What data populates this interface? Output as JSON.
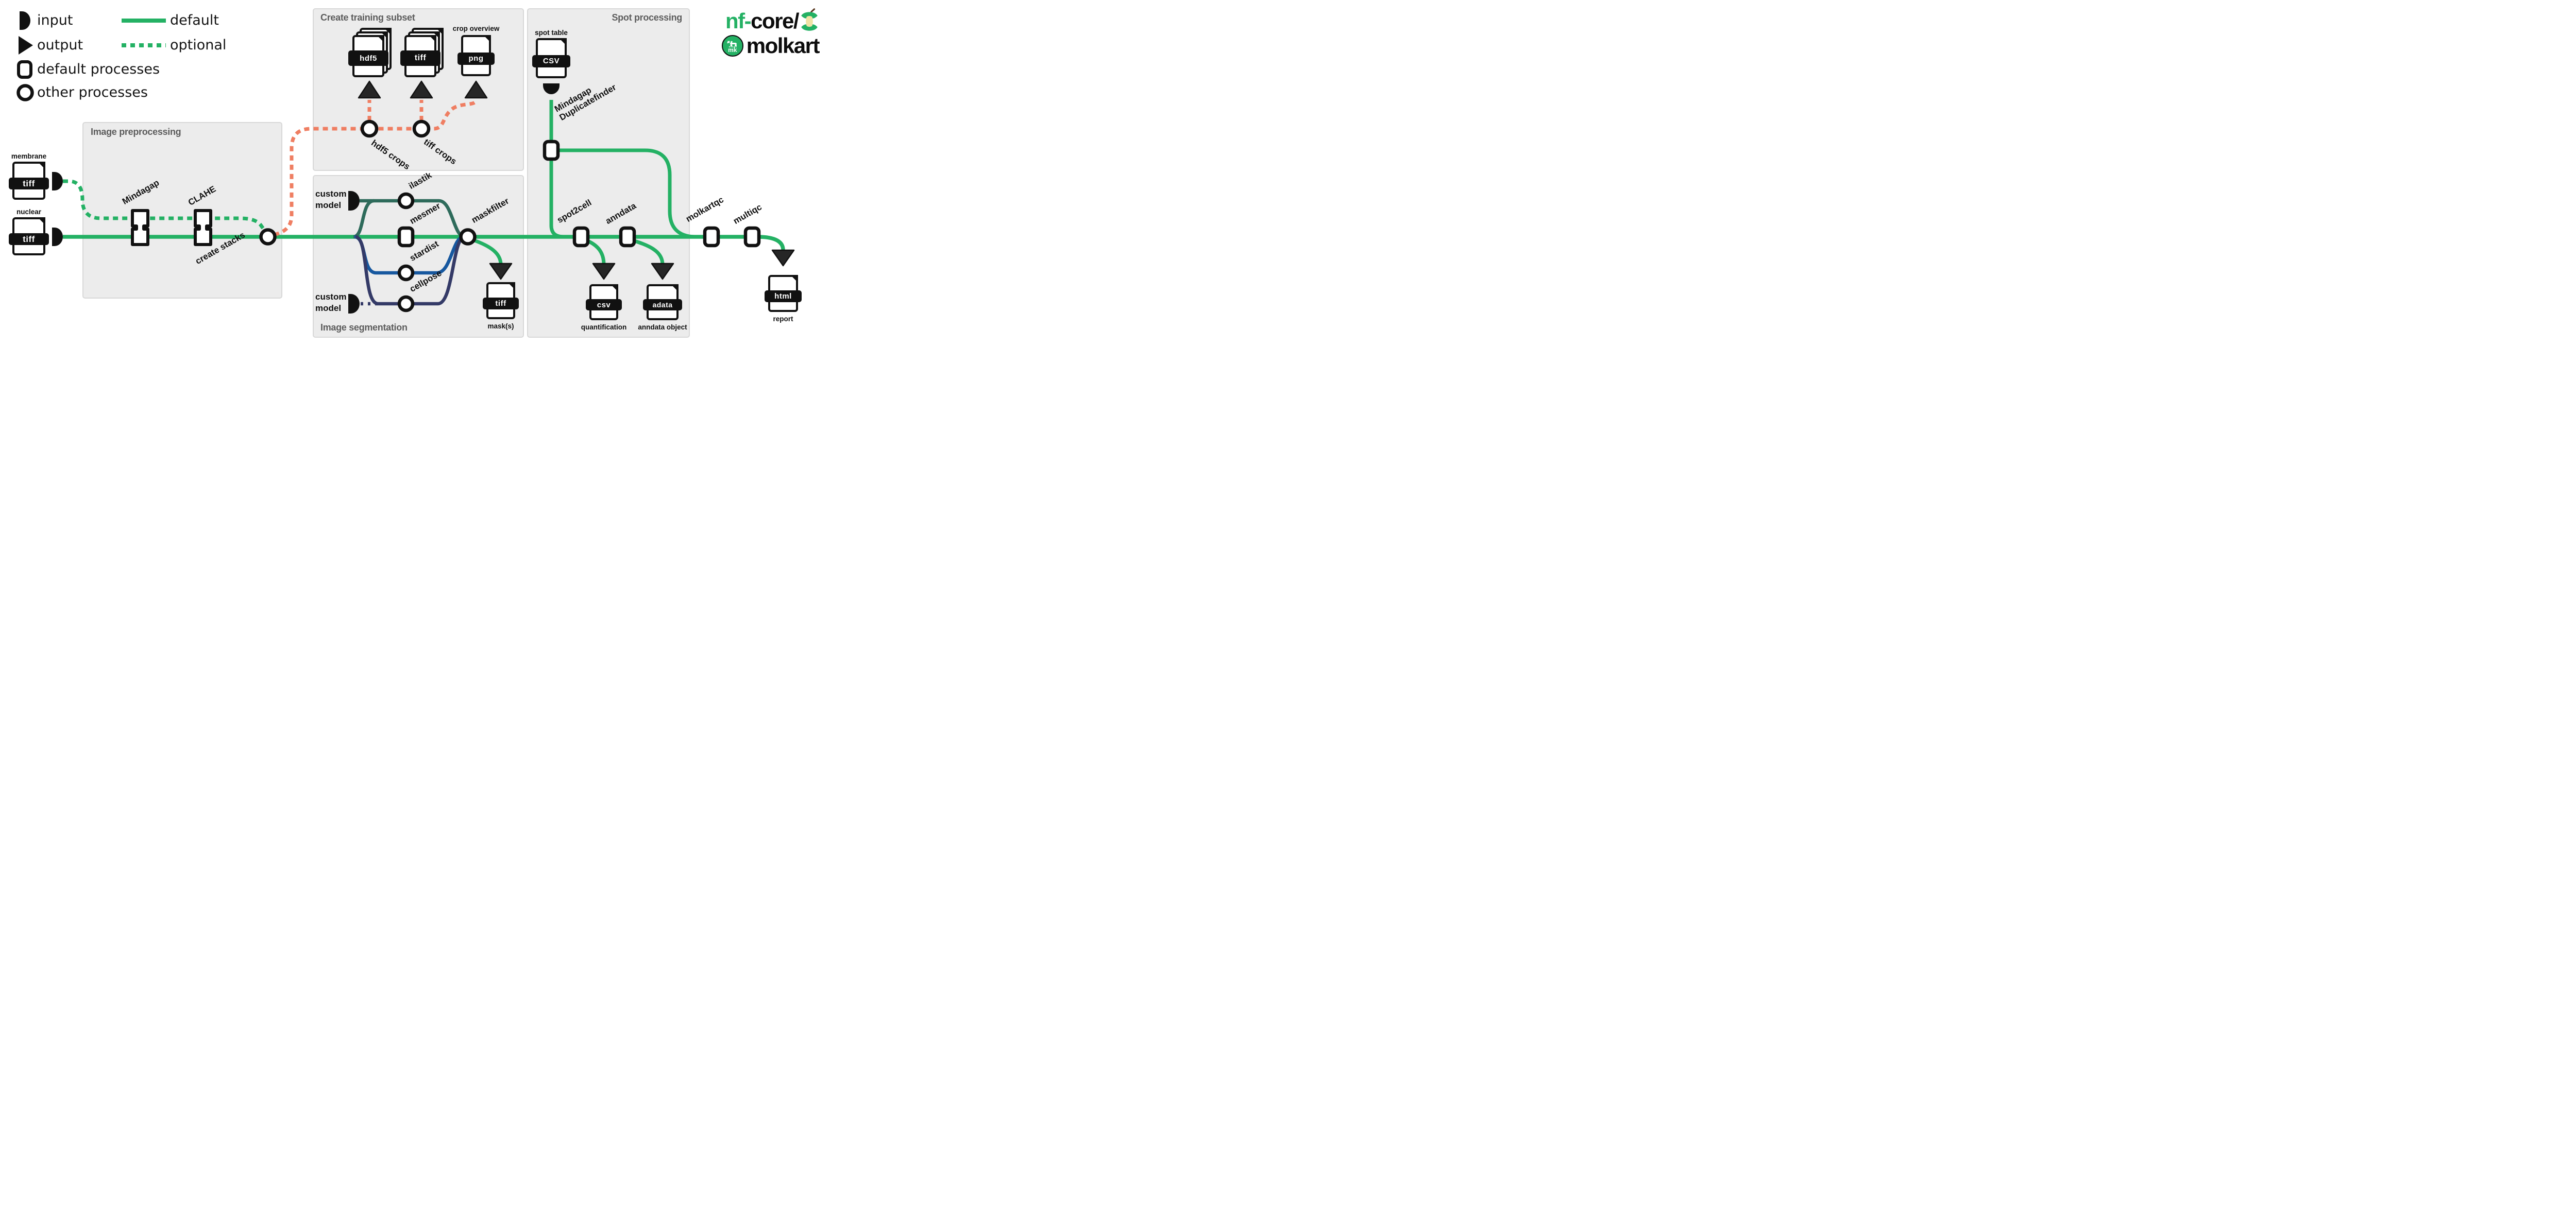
{
  "colors": {
    "green": "#24B164",
    "salmon": "#EF7E62",
    "teal": "#2E6B5B",
    "blue": "#17589F",
    "navy": "#343A67",
    "ink": "#111111",
    "box_bg": "#ECECEC",
    "box_border": "#D8D8D8",
    "box_title": "#5C5C5C",
    "arrow": "#262626"
  },
  "legend": {
    "input": "input",
    "output": "output",
    "default_processes": "default processes",
    "other_processes": "other processes",
    "default_line": "default",
    "optional_line": "optional"
  },
  "boxes": {
    "preprocessing": "Image preprocessing",
    "training": "Create training subset",
    "segmentation": "Image segmentation",
    "spot": "Spot processing"
  },
  "logo": {
    "nf": "nf-",
    "core": "core/",
    "name": "molkart",
    "badge": "mk"
  },
  "inputs": {
    "membrane": {
      "label": "membrane",
      "format": "tiff"
    },
    "nuclear": {
      "label": "nuclear",
      "format": "tiff"
    },
    "spot_table": {
      "label": "spot table",
      "format": "CSV"
    },
    "custom_model_top": {
      "line1": "custom",
      "line2": "model"
    },
    "custom_model_bottom": {
      "line1": "custom",
      "line2": "model"
    }
  },
  "processes": {
    "mindagap": "Mindagap",
    "clahe": "CLAHE",
    "create_stacks": "create stacks",
    "hdf5_crops": "hdf5 crops",
    "tiff_crops": "tiff crops",
    "ilastik": "ilastik",
    "mesmer": "mesmer",
    "stardist": "stardist",
    "cellpose": "cellpose",
    "maskfilter": "maskfilter",
    "duplicatefinder": {
      "line1": "Mindagap",
      "line2": "Duplicatefinder"
    },
    "spot2cell": "spot2cell",
    "anndata": "anndata",
    "molkartqc": "molkartqc",
    "multiqc": "multiqc"
  },
  "outputs": {
    "hdf5_file": {
      "format": "hdf5"
    },
    "tiff_file": {
      "format": "tiff"
    },
    "png_file": {
      "format": "png",
      "label": "crop overview"
    },
    "mask_file": {
      "format": "tiff",
      "label": "mask(s)"
    },
    "quant_file": {
      "format": "csv",
      "label": "quantification"
    },
    "adata_file": {
      "format": "adata",
      "label": "anndata object"
    },
    "report_file": {
      "format": "html",
      "label": "report"
    }
  }
}
